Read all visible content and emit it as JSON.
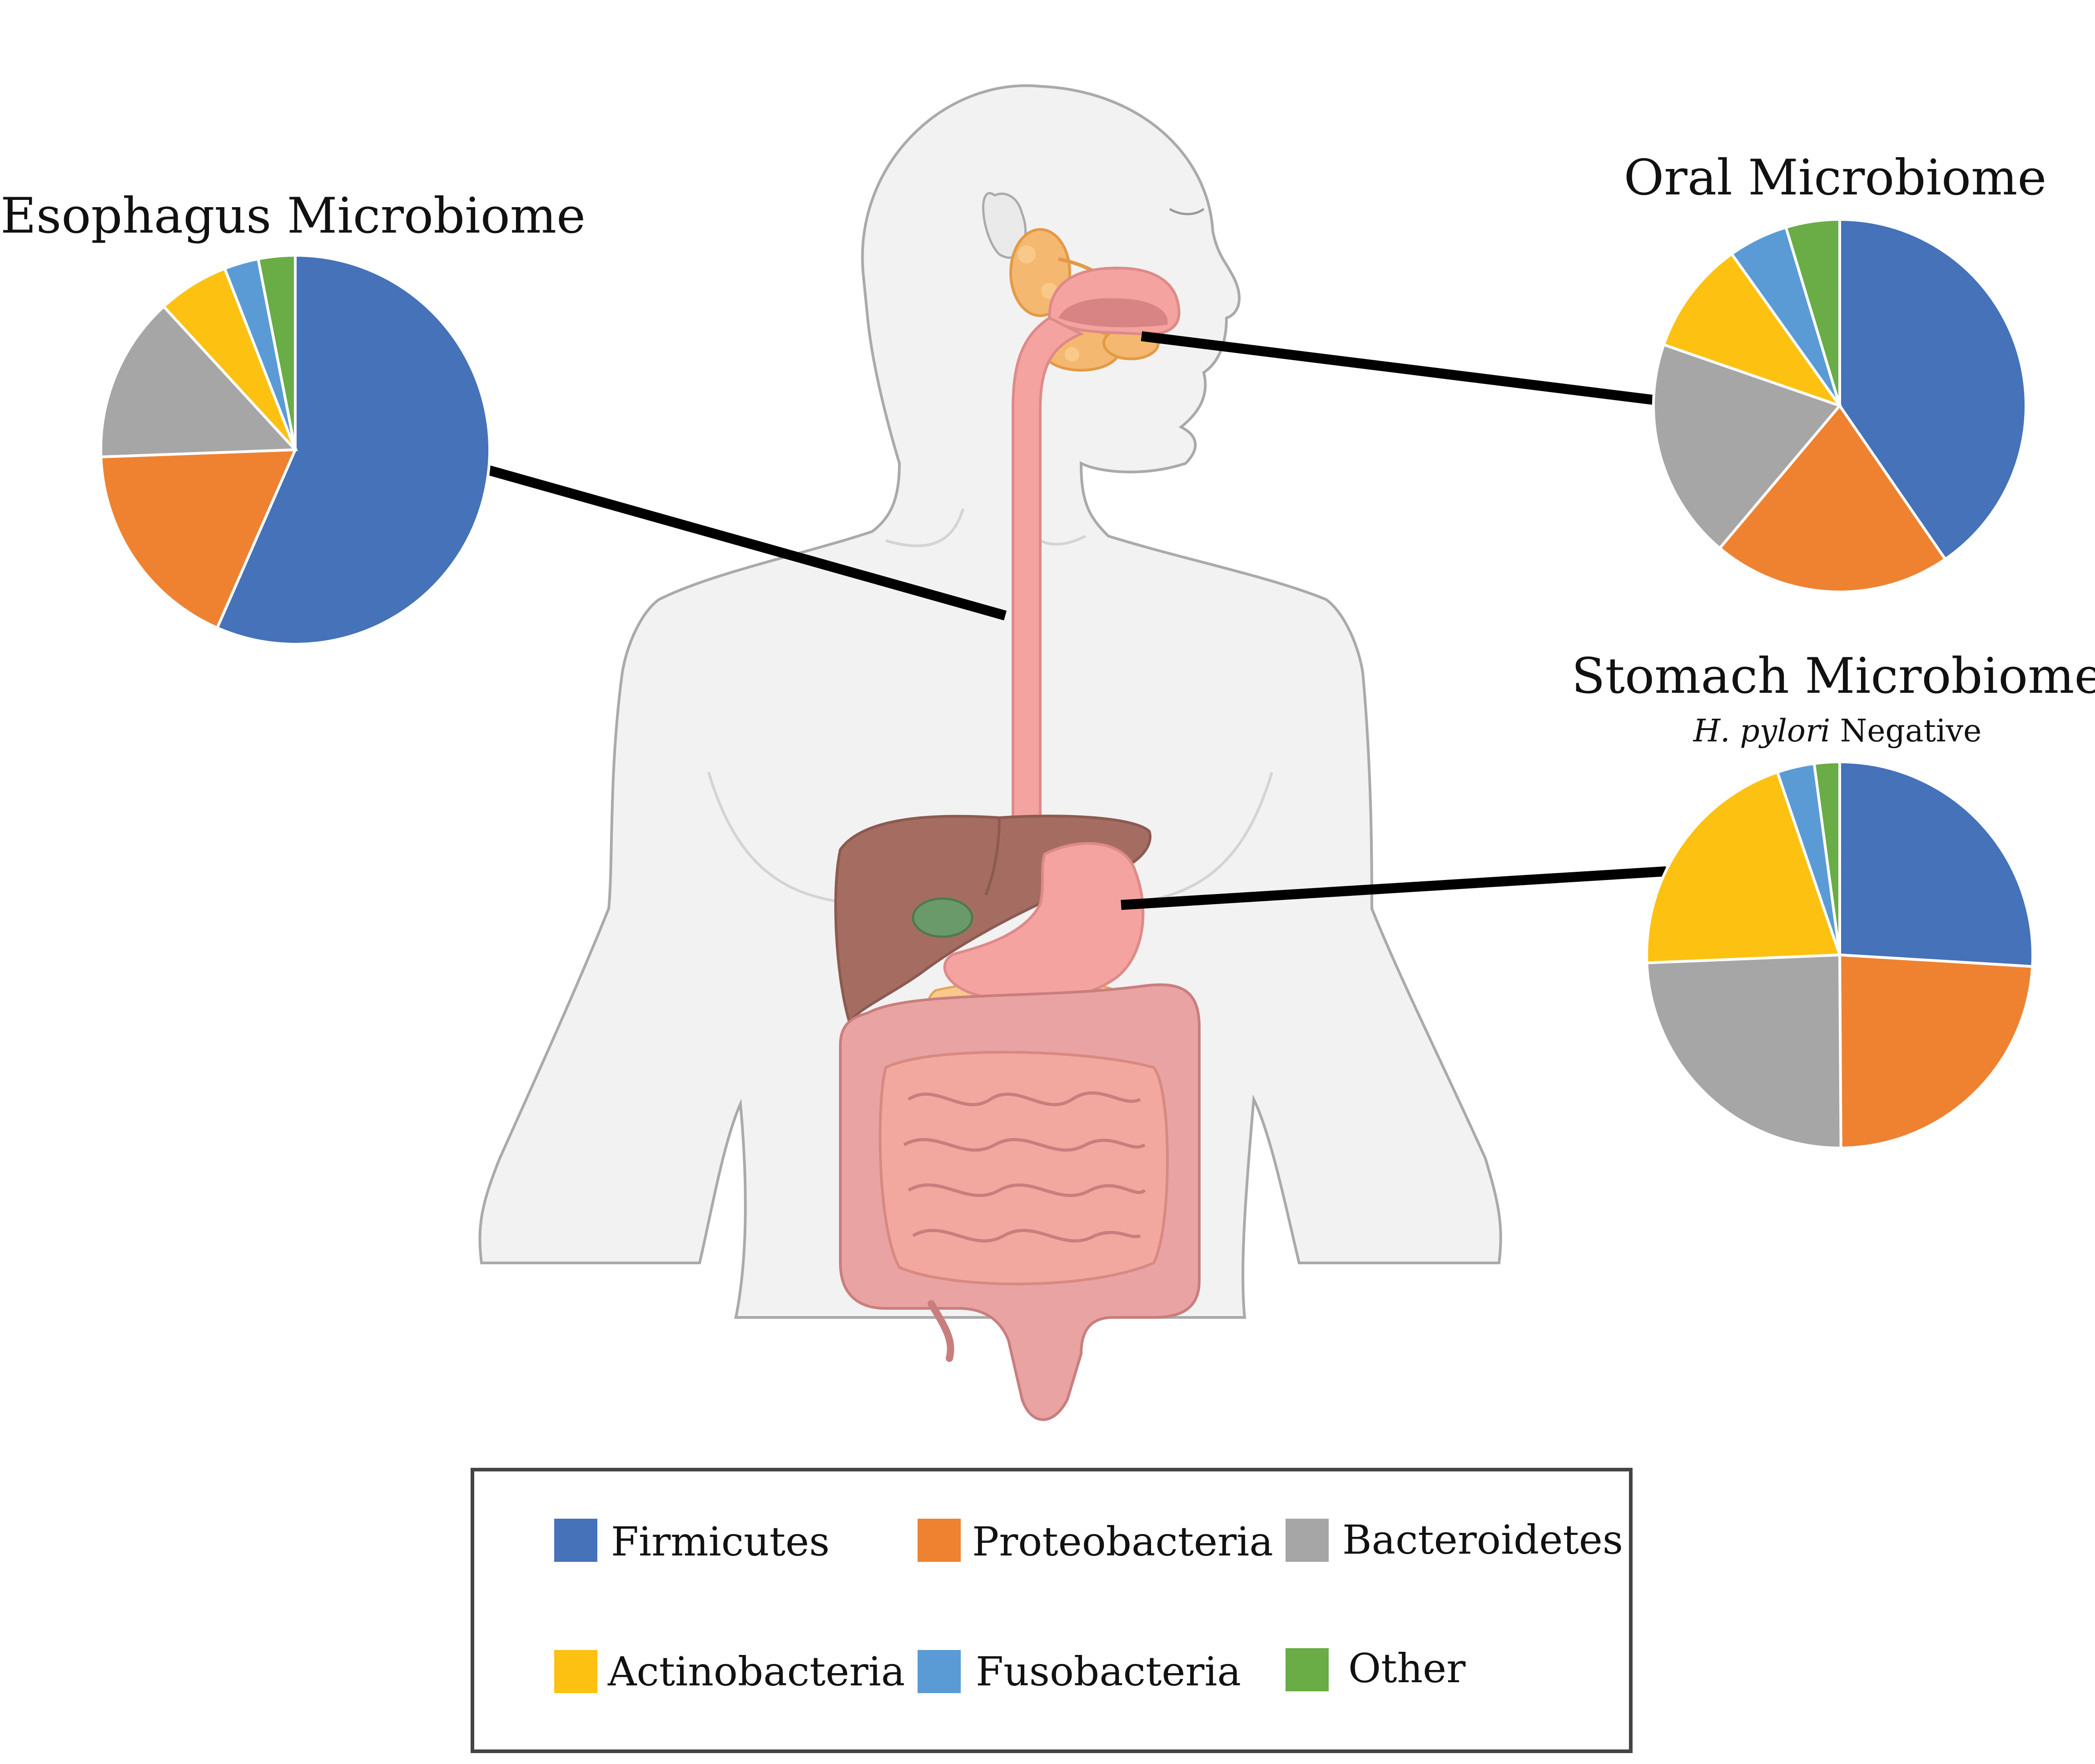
{
  "colors": {
    "Firmicutes": "#4572b8",
    "Proteobacteria": "#ee8231",
    "Bacteroidetes": "#a6a6a6",
    "Actinobacteria": "#fdc112",
    "Fusobacteria": "#5b9bd5",
    "Other": "#6aac45"
  },
  "legend": {
    "items": [
      "Firmicutes",
      "Proteobacteria",
      "Bacteroidetes",
      "Actinobacteria",
      "Fusobacteria",
      "Other"
    ]
  },
  "chart_data": [
    {
      "type": "pie",
      "title": "Esophagus Microbiome",
      "subtitle": "",
      "categories": [
        "Firmicutes",
        "Proteobacteria",
        "Bacteroidetes",
        "Actinobacteria",
        "Fusobacteria",
        "Other"
      ],
      "values": [
        55.5,
        17.5,
        13.5,
        5.8,
        2.8,
        3.0
      ]
    },
    {
      "type": "pie",
      "title": "Oral Microbiome",
      "subtitle": "",
      "categories": [
        "Firmicutes",
        "Proteobacteria",
        "Bacteroidetes",
        "Actinobacteria",
        "Fusobacteria",
        "Other"
      ],
      "values": [
        39.0,
        20.0,
        18.5,
        9.5,
        5.0,
        4.5
      ]
    },
    {
      "type": "pie",
      "title": "Stomach Microbiome",
      "subtitle": "H. pylori Negative",
      "categories": [
        "Firmicutes",
        "Proteobacteria",
        "Bacteroidetes",
        "Actinobacteria",
        "Fusobacteria",
        "Other"
      ],
      "values": [
        25.8,
        23.8,
        24.3,
        20.3,
        3.1,
        2.1
      ]
    }
  ]
}
